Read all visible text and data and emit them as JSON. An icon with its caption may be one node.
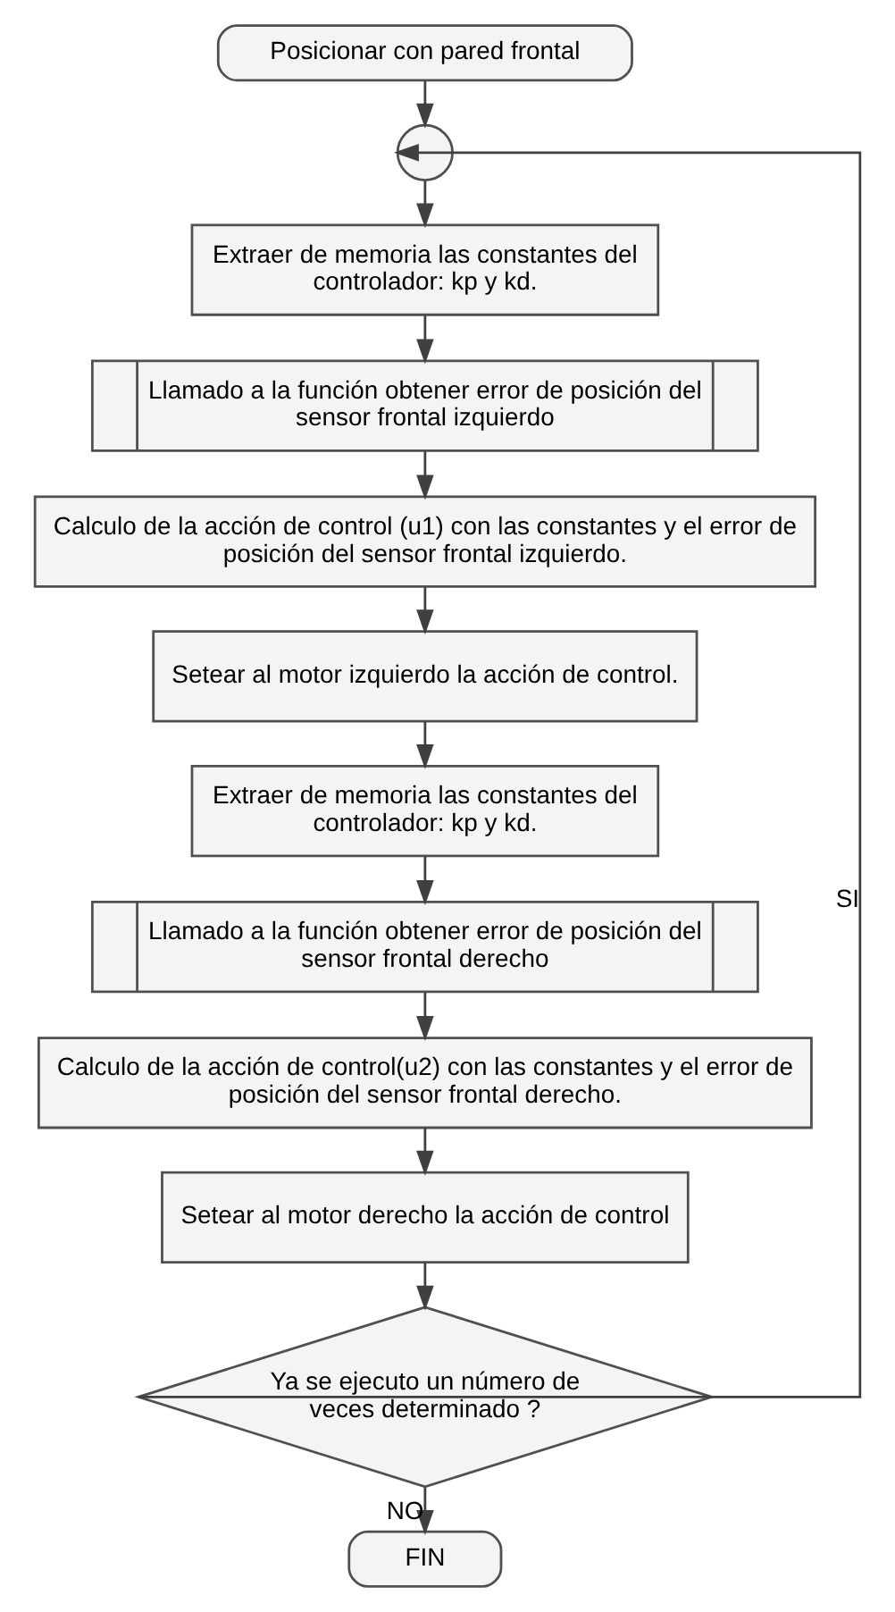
{
  "diagram": {
    "nodes": [
      {
        "text": [
          "Posicionar con pared frontal"
        ]
      },
      {
        "text": [],
        "shape": "circle"
      },
      {
        "text": [
          "Extraer de memoria las constantes del controlador: kp y kd."
        ]
      },
      {
        "text": [
          "Llamado a la función obtener error de posición del sensor frontal izquierdo"
        ]
      },
      {
        "text": [
          "Calculo de la acción de control (u1) con las constantes y el error de posición del sensor frontal izquierdo."
        ]
      },
      {
        "text": [
          "Setear al motor izquierdo la acción de control."
        ]
      },
      {
        "text": [
          "Extraer de memoria las constantes del controlador: kp y kd."
        ]
      },
      {
        "text": [
          "Llamado a la función obtener error de posición del sensor frontal derecho"
        ]
      },
      {
        "text": [
          "Calculo de la acción de control(u2) con las constantes y el error de posición del sensor frontal derecho."
        ]
      },
      {
        "text": [
          "Setear al motor derecho la acción de control"
        ]
      },
      {
        "text": [
          "Ya se ejecuto un número de veces determinado ?"
        ]
      },
      {
        "text": [
          "FIN"
        ]
      }
    ],
    "edges": [
      {
        "from": 0,
        "to": 1,
        "arrow": "to"
      },
      {
        "from": 1,
        "to": 2,
        "arrow": "to"
      },
      {
        "from": 2,
        "to": 3,
        "arrow": "to"
      },
      {
        "from": 3,
        "to": 4,
        "arrow": "to"
      },
      {
        "from": 4,
        "to": 5,
        "arrow": "to"
      },
      {
        "from": 5,
        "to": 6,
        "arrow": "to"
      },
      {
        "from": 6,
        "to": 7,
        "arrow": "to"
      },
      {
        "from": 7,
        "to": 8,
        "arrow": "to"
      },
      {
        "from": 8,
        "to": 9,
        "arrow": "to"
      },
      {
        "from": 9,
        "to": 10,
        "arrow": "to"
      },
      {
        "from": 10,
        "to": 1,
        "arrow": "to",
        "label": "SI"
      },
      {
        "from": 10,
        "to": 11,
        "arrow": "to",
        "label": "NO"
      }
    ]
  }
}
